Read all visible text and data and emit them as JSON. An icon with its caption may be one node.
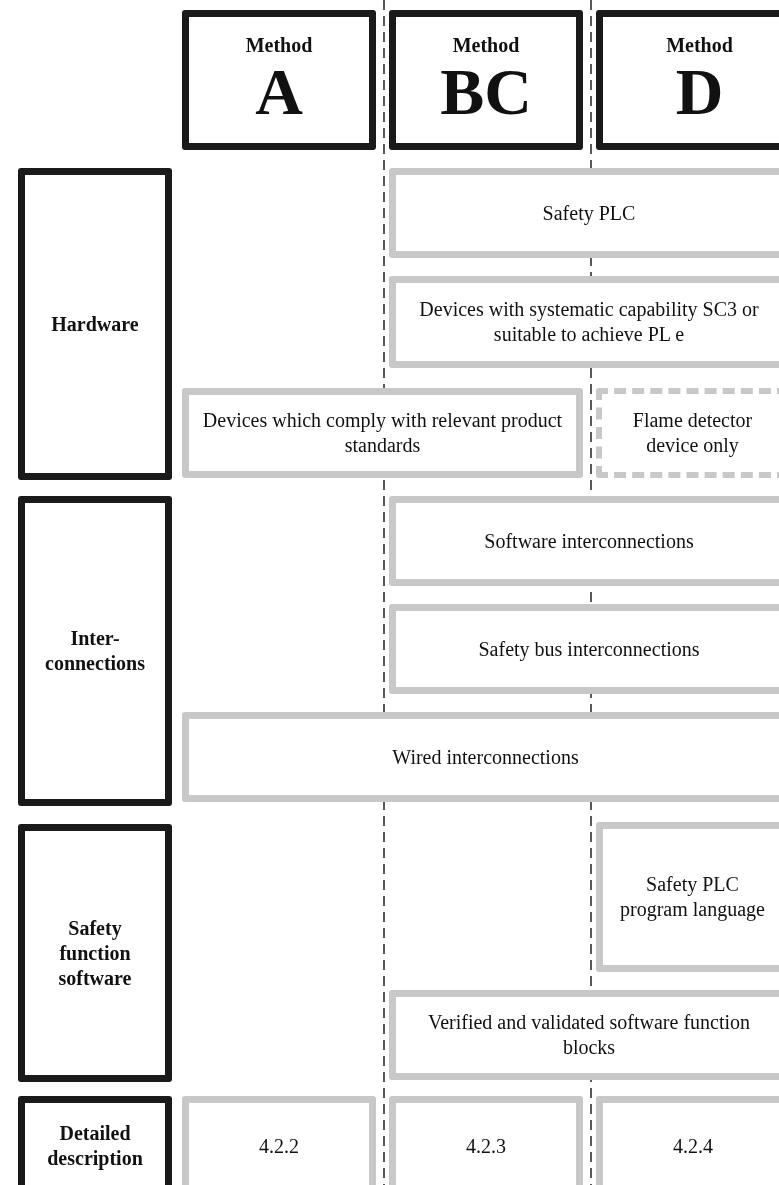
{
  "diagram": {
    "nodes": [
      {
        "text": [
          "Method",
          "A"
        ]
      },
      {
        "text": [
          "Method",
          "BC"
        ]
      },
      {
        "text": [
          "Method",
          "D"
        ]
      },
      {
        "text": [
          "Hardware"
        ]
      },
      {
        "text": [
          "Safety PLC"
        ]
      },
      {
        "text": [
          "Devices with systematic capability SC3 or suitable to achieve PL e"
        ]
      },
      {
        "text": [
          "Devices which comply with relevant product standards"
        ]
      },
      {
        "text": [
          "Flame detector device only"
        ]
      },
      {
        "text": [
          "Inter- connections"
        ]
      },
      {
        "text": [
          "Software interconnections"
        ]
      },
      {
        "text": [
          "Safety bus interconnections"
        ]
      },
      {
        "text": [
          "Wired interconnections"
        ]
      },
      {
        "text": [
          "Safety function software"
        ]
      },
      {
        "text": [
          "Safety PLC program language"
        ]
      },
      {
        "text": [
          "Verified and validated software function blocks"
        ]
      },
      {
        "text": [
          "Detailed description"
        ]
      },
      {
        "text": [
          "4.2.2"
        ]
      },
      {
        "text": [
          "4.2.3"
        ]
      },
      {
        "text": [
          "4.2.4"
        ]
      }
    ]
  }
}
